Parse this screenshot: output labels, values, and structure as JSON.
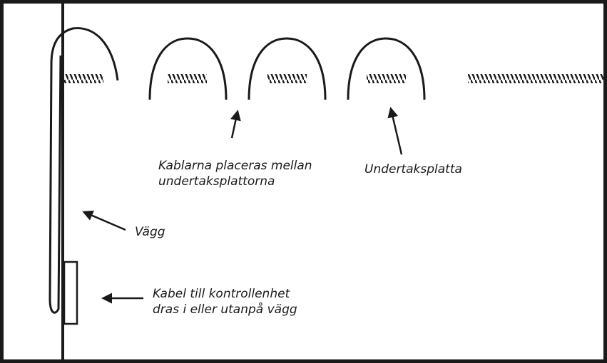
{
  "labels": {
    "cables_between_tiles": [
      "Kablarna placeras mellan",
      "undertaksplattorna"
    ],
    "ceiling_tile": "Undertaksplatta",
    "wall": "Vägg",
    "cable_to_control_unit": [
      "Kabel till kontrollenhet",
      "dras i eller utanpå vägg"
    ]
  },
  "colors": {
    "line": "#1a1a1a",
    "background": "#ffffff"
  }
}
